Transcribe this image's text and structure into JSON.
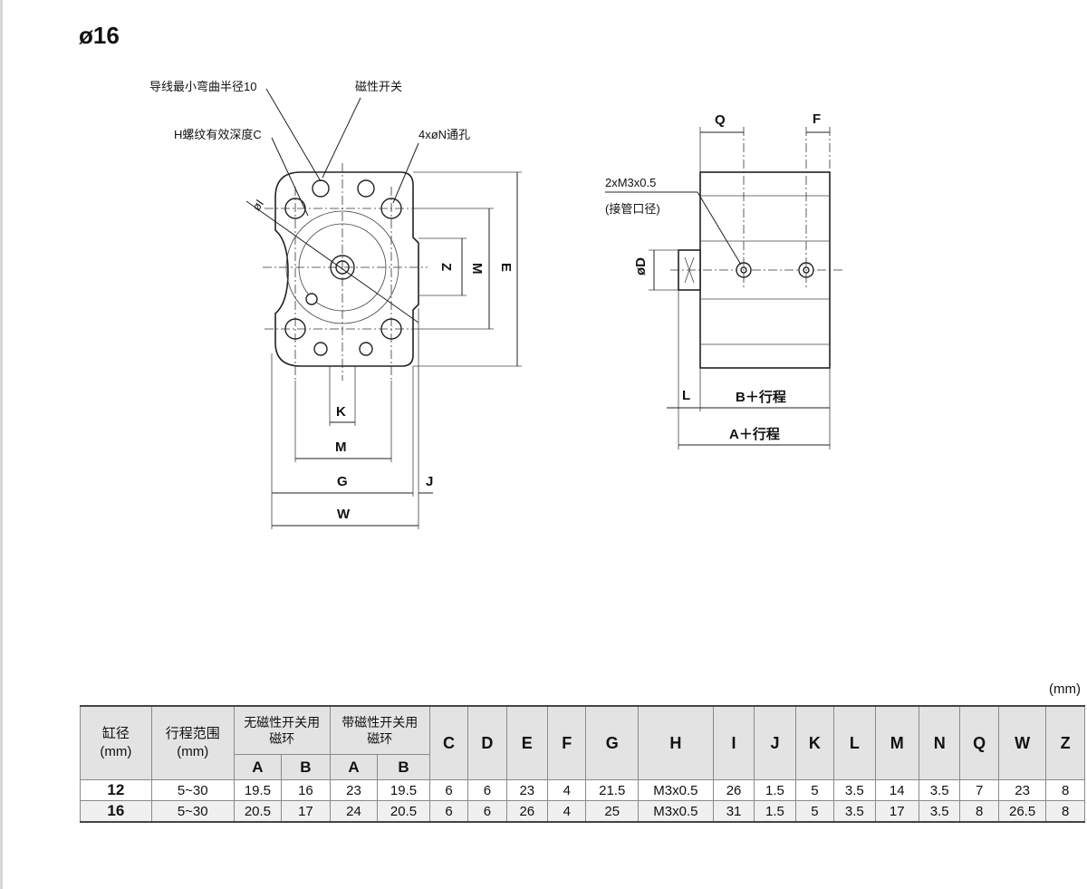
{
  "title": "ø16",
  "front_view": {
    "label_cable_radius": "导线最小弯曲半径10",
    "label_switch": "磁性开关",
    "label_thread": "H螺纹有效深度C",
    "label_holes": "4xøN通孔",
    "label_i": "øI",
    "dims": {
      "z": "Z",
      "m_vertical": "M",
      "e": "E",
      "k": "K",
      "m_horizontal": "M",
      "g": "G",
      "w": "W",
      "j": "J"
    }
  },
  "side_view": {
    "dims": {
      "q": "Q",
      "f": "F",
      "d": "øD",
      "l": "L",
      "b_stroke": "B＋行程",
      "a_stroke": "A＋行程"
    },
    "port_label_line1": "2xM3x0.5",
    "port_label_line2": "(接管口径)"
  },
  "table": {
    "unit": "(mm)",
    "headers": {
      "bore_line1": "缸径",
      "bore_line2": "(mm)",
      "stroke_line1": "行程范围",
      "stroke_line2": "(mm)",
      "no_magnet_line1": "无磁性开关用",
      "no_magnet_line2": "磁环",
      "magnet_line1": "带磁性开关用",
      "magnet_line2": "磁环",
      "sub": [
        "A",
        "B",
        "A",
        "B"
      ],
      "cols": [
        "C",
        "D",
        "E",
        "F",
        "G",
        "H",
        "I",
        "J",
        "K",
        "L",
        "M",
        "N",
        "Q",
        "W",
        "Z"
      ]
    },
    "rows": [
      [
        "12",
        "5~30",
        "19.5",
        "16",
        "23",
        "19.5",
        "6",
        "6",
        "23",
        "4",
        "21.5",
        "M3x0.5",
        "26",
        "1.5",
        "5",
        "3.5",
        "14",
        "3.5",
        "7",
        "23",
        "8"
      ],
      [
        "16",
        "5~30",
        "20.5",
        "17",
        "24",
        "20.5",
        "6",
        "6",
        "26",
        "4",
        "25",
        "M3x0.5",
        "31",
        "1.5",
        "5",
        "3.5",
        "17",
        "3.5",
        "8",
        "26.5",
        "8"
      ]
    ]
  }
}
